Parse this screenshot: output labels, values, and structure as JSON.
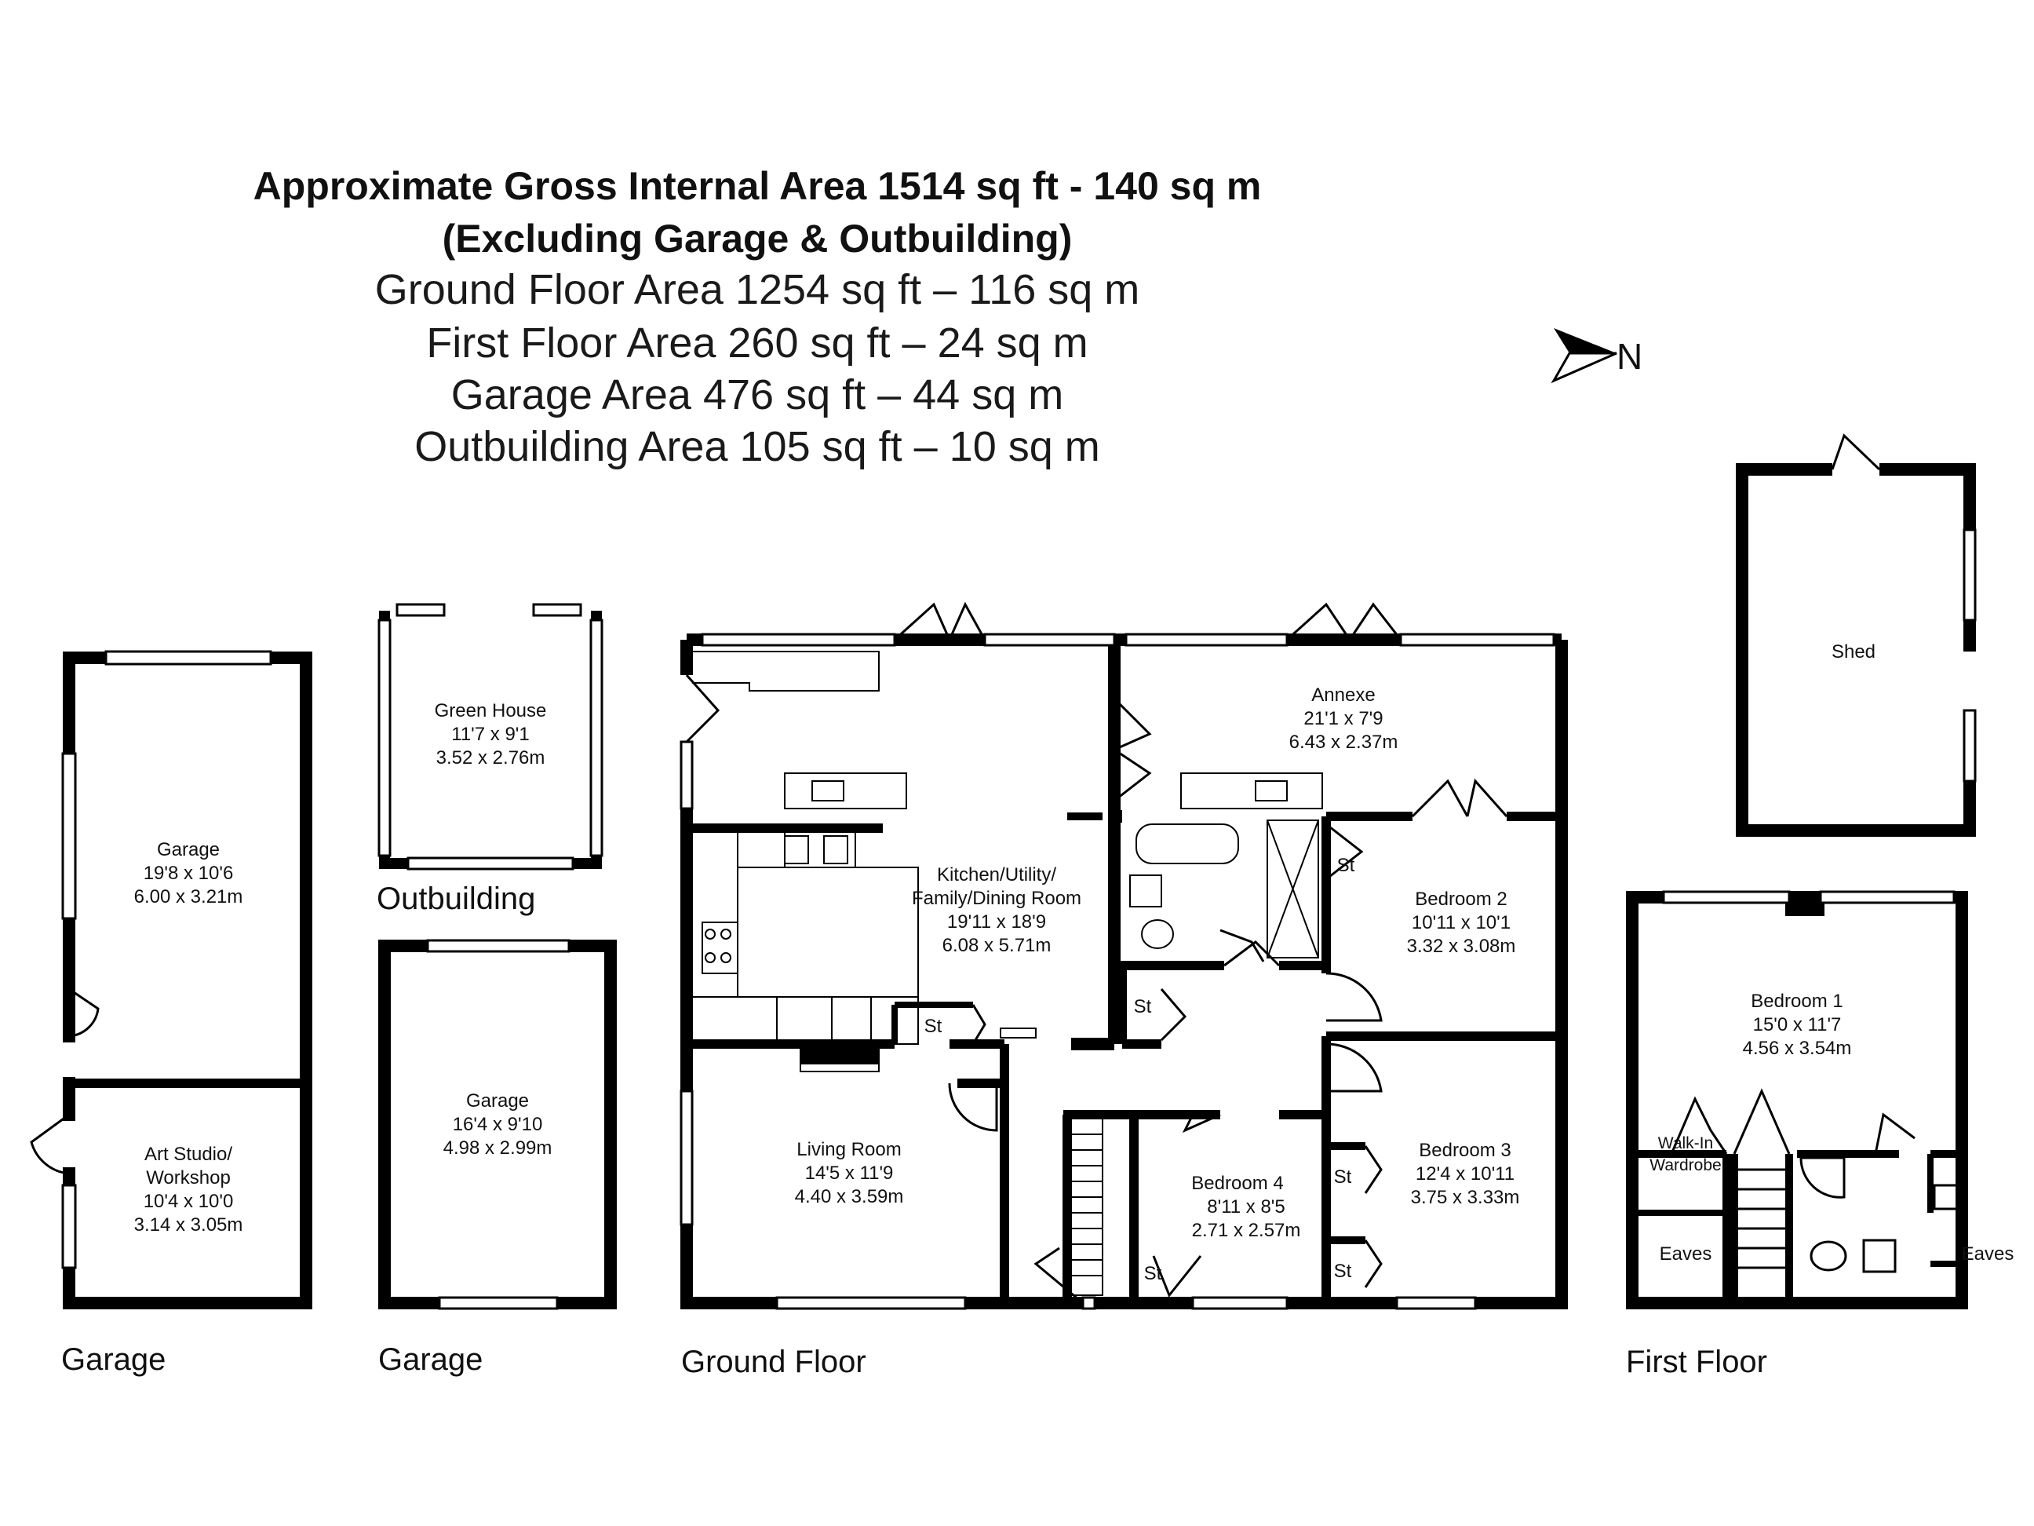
{
  "header": {
    "line1": "Approximate Gross Internal Area 1514 sq ft - 140 sq m",
    "line2": "(Excluding Garage & Outbuilding)",
    "line3": "Ground Floor Area 1254 sq ft – 116 sq m",
    "line4": "First Floor Area 260 sq ft – 24 sq m",
    "line5": "Garage Area 476 sq ft – 44 sq m",
    "line6": "Outbuilding Area 105 sq ft – 10 sq m"
  },
  "compass": {
    "label": "N"
  },
  "sections": {
    "garage_left": "Garage",
    "garage_middle": "Garage",
    "outbuilding": "Outbuilding",
    "ground_floor": "Ground Floor",
    "first_floor": "First Floor"
  },
  "rooms": {
    "garage1": {
      "name": "Garage",
      "imperial": "19'8 x 10'6",
      "metric": "6.00 x 3.21m"
    },
    "art_studio": {
      "name1": "Art Studio/",
      "name2": "Workshop",
      "imperial": "10'4 x 10'0",
      "metric": "3.14 x 3.05m"
    },
    "green_house": {
      "name": "Green House",
      "imperial": "11'7 x 9'1",
      "metric": "3.52 x 2.76m"
    },
    "garage2": {
      "name": "Garage",
      "imperial": "16'4 x 9'10",
      "metric": "4.98 x 2.99m"
    },
    "kitchen": {
      "name1": "Kitchen/Utility/",
      "name2": "Family/Dining Room",
      "imperial": "19'11 x 18'9",
      "metric": "6.08 x 5.71m"
    },
    "annexe": {
      "name": "Annexe",
      "imperial": "21'1 x 7'9",
      "metric": "6.43 x 2.37m"
    },
    "bedroom2": {
      "name": "Bedroom 2",
      "imperial": "10'11 x 10'1",
      "metric": "3.32 x 3.08m"
    },
    "living": {
      "name": "Living Room",
      "imperial": "14'5 x 11'9",
      "metric": "4.40 x 3.59m"
    },
    "bedroom4": {
      "name": "Bedroom 4",
      "imperial": "8'11 x 8'5",
      "metric": "2.71 x 2.57m"
    },
    "bedroom3": {
      "name": "Bedroom 3",
      "imperial": "12'4 x 10'11",
      "metric": "3.75 x 3.33m"
    },
    "shed": {
      "name": "Shed"
    },
    "bedroom1": {
      "name": "Bedroom 1",
      "imperial": "15'0 x 11'7",
      "metric": "4.56 x 3.54m"
    },
    "walkin": {
      "name1": "Walk-In",
      "name2": "Wardrobe"
    },
    "eaves_left": "Eaves",
    "eaves_right": "Eaves",
    "st": "St"
  }
}
